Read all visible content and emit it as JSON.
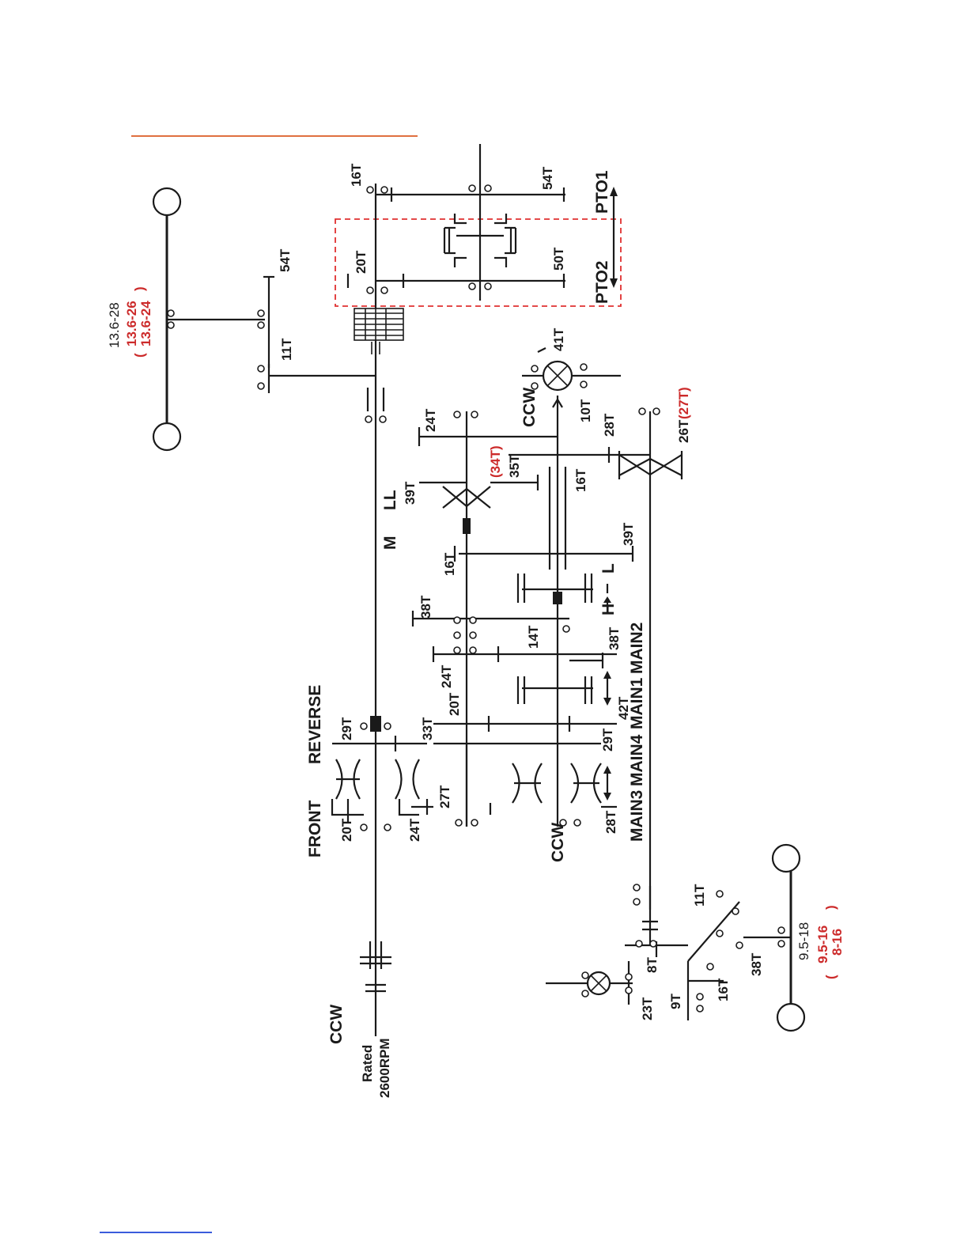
{
  "colors": {
    "ink": "#1a1a1a",
    "accent_red": "#cc2a2a",
    "header_rule": "#e07040",
    "footer_rule": "#3b5bdb",
    "pto_box": "#e03030"
  },
  "labels": {
    "rear_tire": "13.6-28",
    "rear_tire_alt1": "13.6-26",
    "rear_tire_alt2": "13.6-24",
    "paren_open": "(",
    "paren_close": ")",
    "front_tire": "9.5-18",
    "front_tire_alt1": "9.5-16",
    "front_tire_alt2": "8-16",
    "g54t_top": "54T",
    "g11t_top": "11T",
    "g16t_pto": "16T",
    "g54t_pto": "54T",
    "g20t_pto": "20T",
    "g50t_pto": "50T",
    "pto1": "PTO1",
    "pto2": "PTO2",
    "g41t": "41T",
    "g10t": "10T",
    "ccw_bevel": "CCW",
    "g24t_range": "24T",
    "g28t_range": "28T",
    "g26t": "26T",
    "g27t_red": "(27T)",
    "g34t_red": "(34T)",
    "g35t": "35T",
    "g39t_ll": "39T",
    "ll": "LL",
    "m": "M",
    "g16t_range": "16T",
    "g16t_lower": "16T",
    "g39t_lower": "39T",
    "h": "H",
    "l": "L",
    "g38t_left": "38T",
    "g14t": "14T",
    "g38t_right": "38T",
    "g24t_main": "24T",
    "g20t_main": "20T",
    "g42t": "42T",
    "main1": "MAIN1",
    "main2": "MAIN2",
    "front": "FRONT",
    "reverse": "REVERSE",
    "g29t_top": "29T",
    "g33t": "33T",
    "g29t_bottom": "29T",
    "g20t_fr": "20T",
    "g24t_fr": "24T",
    "g27t": "27T",
    "g28t_main": "28T",
    "main3": "MAIN3",
    "main4": "MAIN4",
    "ccw_main": "CCW",
    "g11t_front": "11T",
    "g8t": "8T",
    "g9t": "9T",
    "g16t_front": "16T",
    "g38t_front": "38T",
    "g23t": "23T",
    "ccw_input": "CCW",
    "rated": "Rated",
    "rpm": "2600RPM"
  }
}
